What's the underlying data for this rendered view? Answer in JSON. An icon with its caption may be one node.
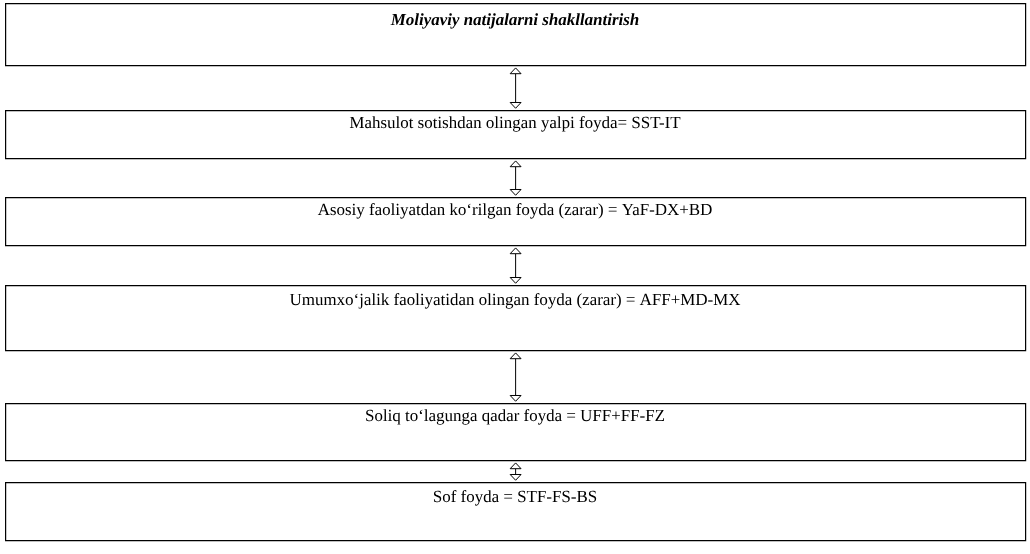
{
  "diagram": {
    "nodes": [
      {
        "text": [
          "Moliyaviy natijalarni shakllantirish"
        ]
      },
      {
        "text": [
          "Mahsulot sotishdan olingan yalpi foyda= SST-IT"
        ]
      },
      {
        "text": [
          "Asosiy faoliyatdan ko‘rilgan foyda (zarar) = YaF-DX+BD"
        ]
      },
      {
        "text": [
          "Umumxo‘jalik faoliyatidan olingan foyda (zarar) = AFF+MD-MX"
        ]
      },
      {
        "text": [
          "Soliq to‘lagunga qadar foyda = UFF+FF-FZ"
        ]
      },
      {
        "text": [
          "Sof foyda = STF-FS-BS"
        ]
      }
    ],
    "edges": [
      {
        "from": 0,
        "to": 1,
        "arrow": "both"
      },
      {
        "from": 1,
        "to": 2,
        "arrow": "both"
      },
      {
        "from": 2,
        "to": 3,
        "arrow": "both"
      },
      {
        "from": 3,
        "to": 4,
        "arrow": "both"
      },
      {
        "from": 4,
        "to": 5,
        "arrow": "both"
      }
    ]
  }
}
